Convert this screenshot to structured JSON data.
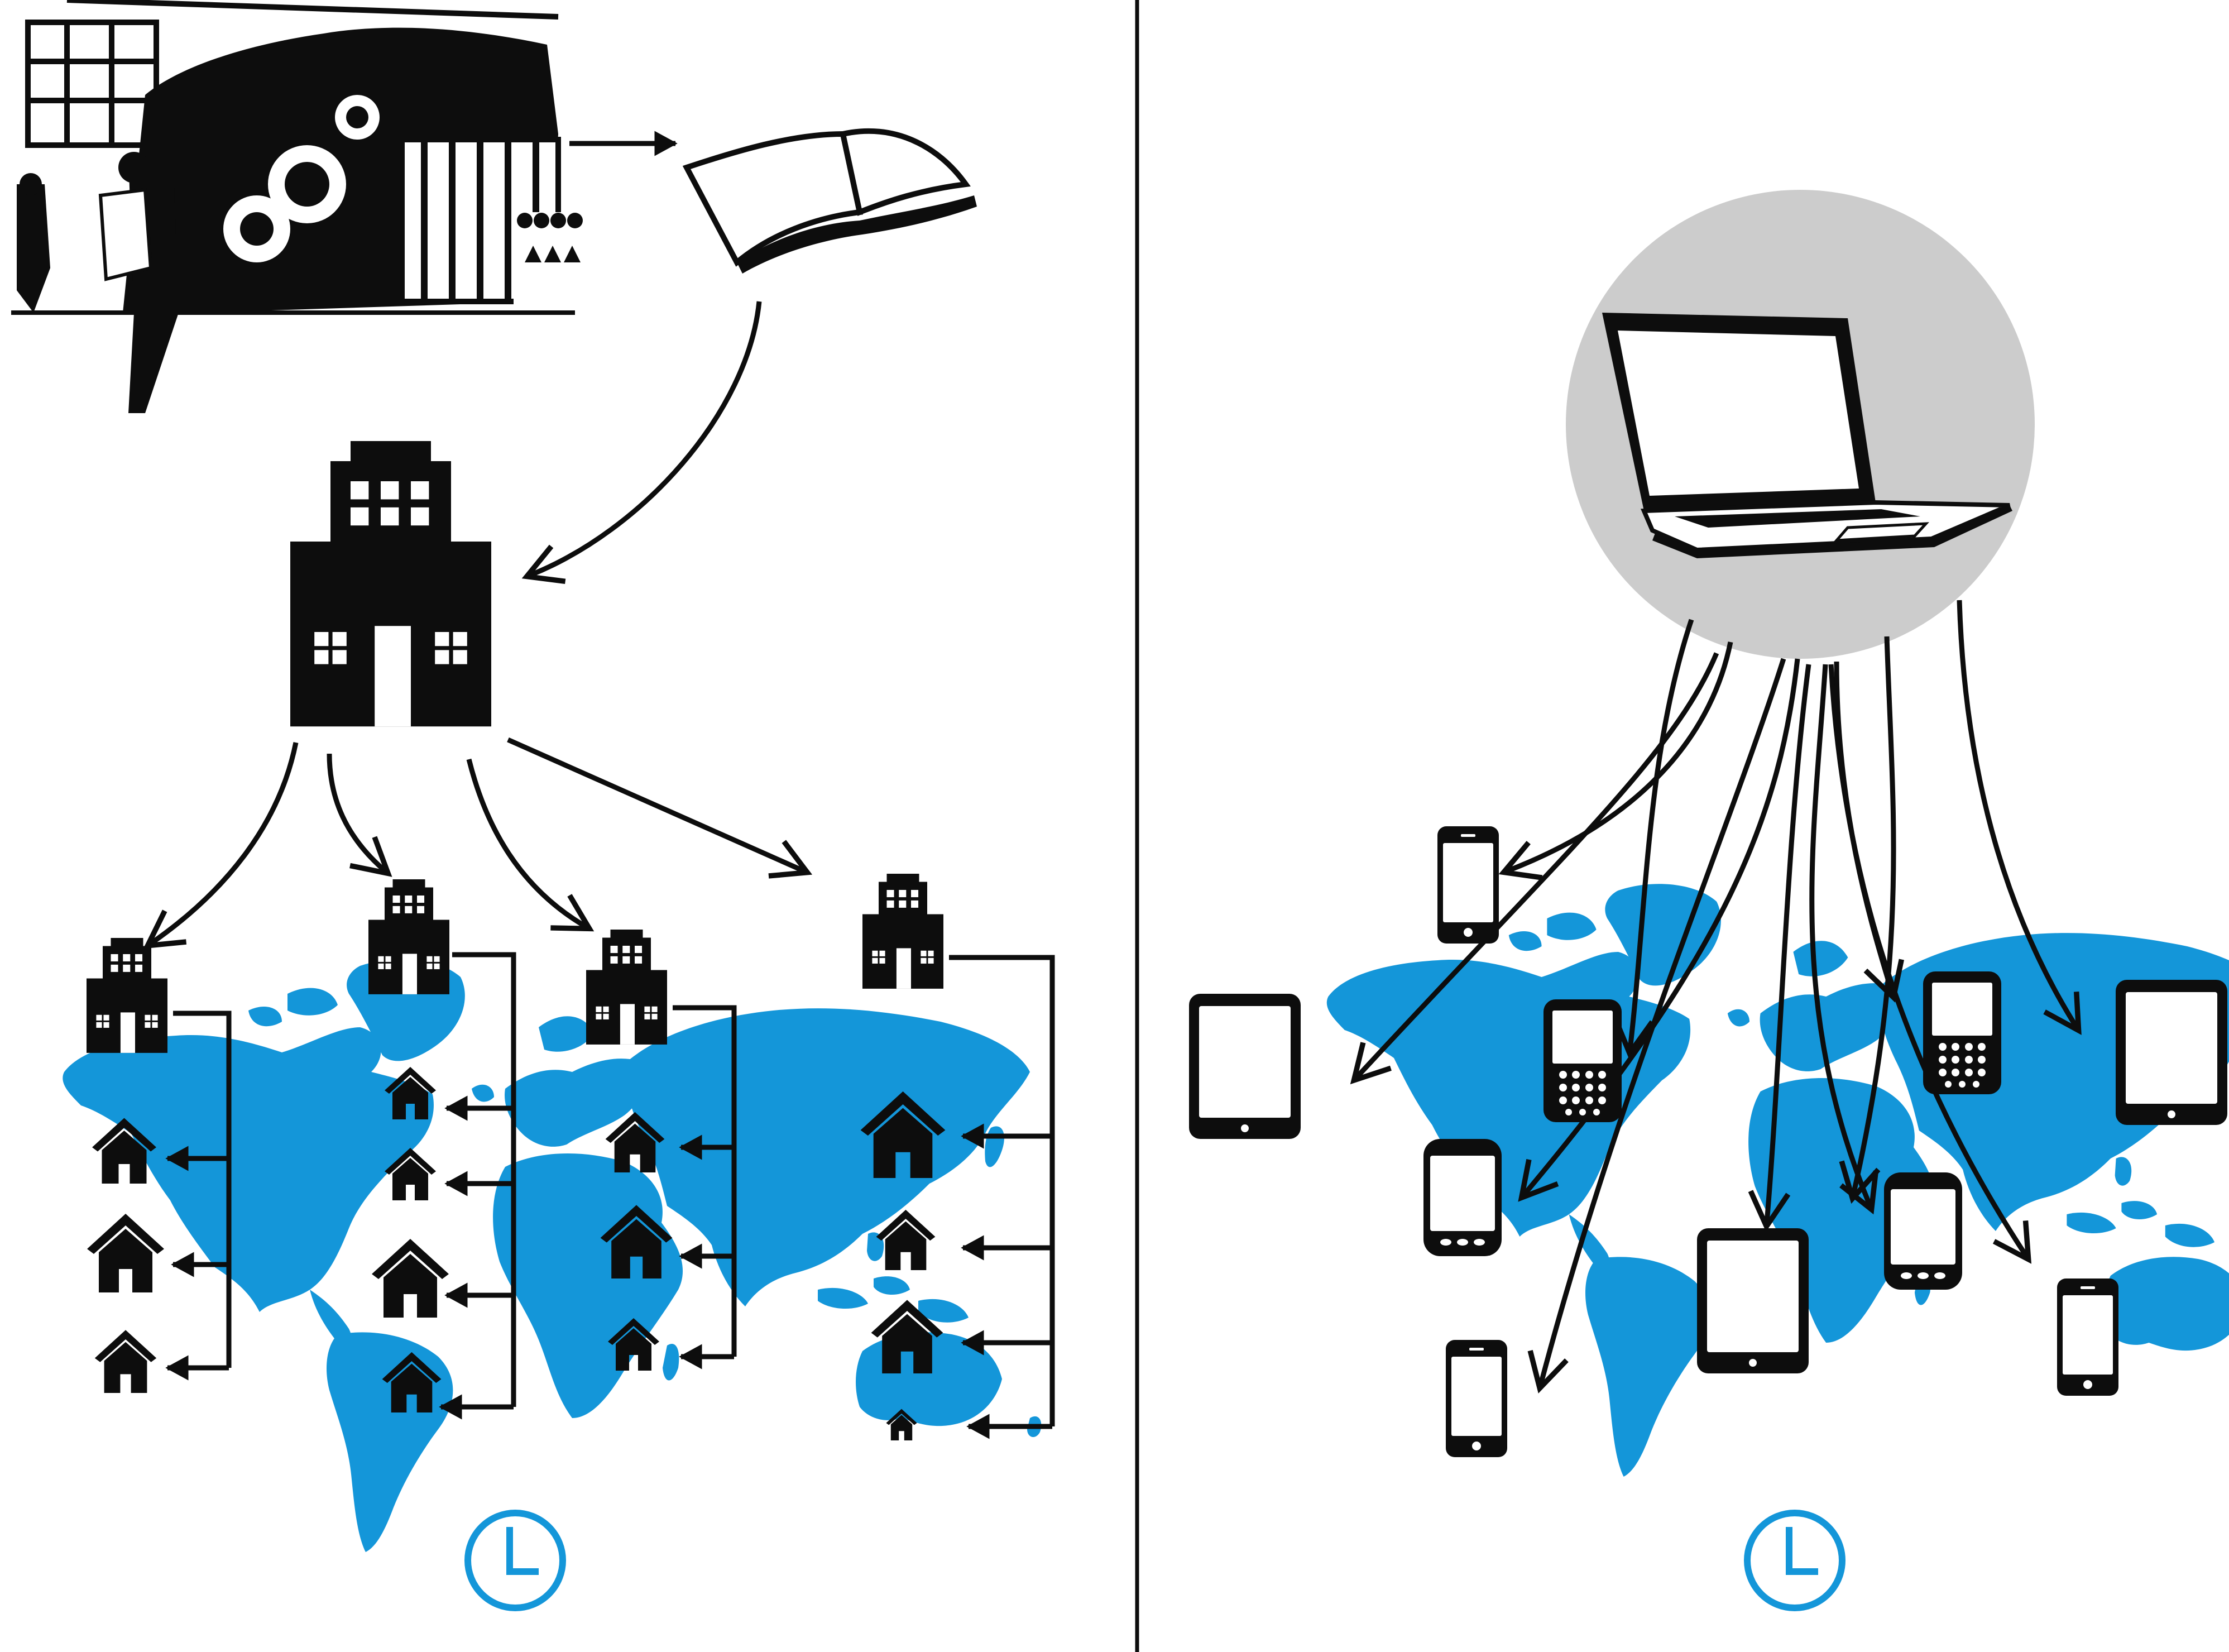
{
  "colors": {
    "map": "#1496d9",
    "ink": "#0d0d0d",
    "paper": "#ffffff",
    "halo": "#cccccc",
    "clock": "#1496d9"
  },
  "icons": {
    "printing_press": "printing-press-icon",
    "book": "open-book-icon",
    "publisher": "publisher-building-icon",
    "distributor": "distributor-building-icon",
    "home": "house-icon",
    "laptop": "laptop-icon",
    "tablet": "tablet-icon",
    "smartphone": "smartphone-icon",
    "feature_phone": "keypad-phone-icon",
    "clock": "clock-icon",
    "world_map": "world-map-icon"
  },
  "panels": [
    {
      "name": "print-distribution",
      "distributors": 4,
      "homes_per_distributor": 4
    },
    {
      "name": "digital-distribution",
      "devices": 11
    }
  ]
}
